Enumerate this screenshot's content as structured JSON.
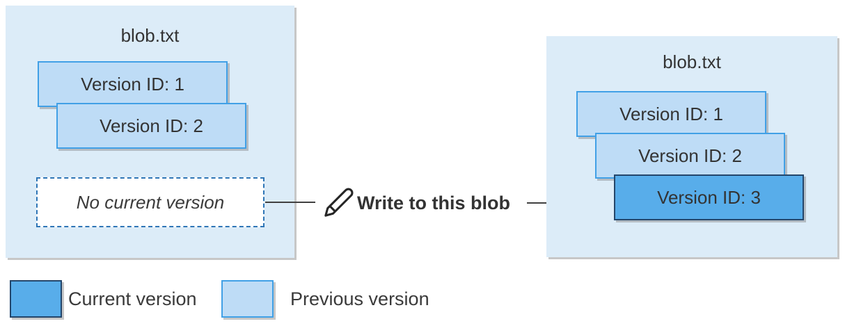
{
  "diagram": {
    "left_blob": {
      "title": "blob.txt",
      "versions": [
        {
          "label": "Version ID: 1",
          "state": "previous"
        },
        {
          "label": "Version ID: 2",
          "state": "previous"
        }
      ],
      "placeholder": "No current version"
    },
    "action": {
      "icon": "pencil-icon",
      "label": "Write to this blob"
    },
    "right_blob": {
      "title": "blob.txt",
      "versions": [
        {
          "label": "Version ID: 1",
          "state": "previous"
        },
        {
          "label": "Version ID: 2",
          "state": "previous"
        },
        {
          "label": "Version ID: 3",
          "state": "current"
        }
      ]
    },
    "legend": {
      "items": [
        {
          "label": "Current version",
          "swatch": "current"
        },
        {
          "label": "Previous version",
          "swatch": "previous"
        }
      ]
    },
    "colors": {
      "panel_bg": "#dcecf8",
      "previous_fill": "#bedcf6",
      "previous_border": "#41a0e6",
      "current_fill": "#58adea",
      "current_border": "#24466b",
      "dashed_border": "#2e75b6",
      "arrow": "#404040",
      "text": "#333333"
    }
  }
}
